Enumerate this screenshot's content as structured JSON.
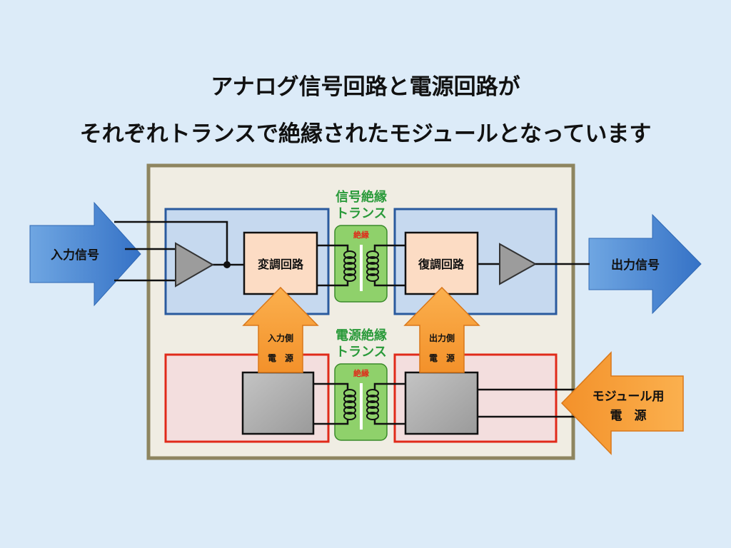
{
  "title": {
    "line1": "アナログ信号回路と電源回路が",
    "line2": "それぞれトランスで絶縁されたモジュールとなっています"
  },
  "diagram": {
    "input_signal": "入力信号",
    "output_signal": "出力信号",
    "modulation_circuit": "変調回路",
    "demodulation_circuit": "復調回路",
    "signal_transformer": {
      "line1": "信号絶縁",
      "line2": "トランス"
    },
    "power_transformer": {
      "line1": "電源絶縁",
      "line2": "トランス"
    },
    "isolation_label_signal": "絶縁",
    "isolation_label_power": "絶縁",
    "input_side_power": {
      "line1": "入力側",
      "line2": "電　源"
    },
    "output_side_power": {
      "line1": "出力側",
      "line2": "電　源"
    },
    "module_power": {
      "line1": "モジュール用",
      "line2": "電　源"
    }
  },
  "colors": {
    "background": "#dcebf8",
    "module_fill": "#f0ede3",
    "module_border": "#8e8560",
    "signal_block_fill": "#c6d9ef",
    "signal_block_border": "#2a5a9e",
    "power_block_fill": "#f3dede",
    "power_block_border": "#e02a1a",
    "circuit_box_fill": "#fcdcc4",
    "transformer_fill": "#8fd16b",
    "transformer_label": "#2a9a3a",
    "isolation_label": "#e02a1a",
    "blue_arrow": "#3f7fcf",
    "orange_arrow": "#f8a33a"
  }
}
